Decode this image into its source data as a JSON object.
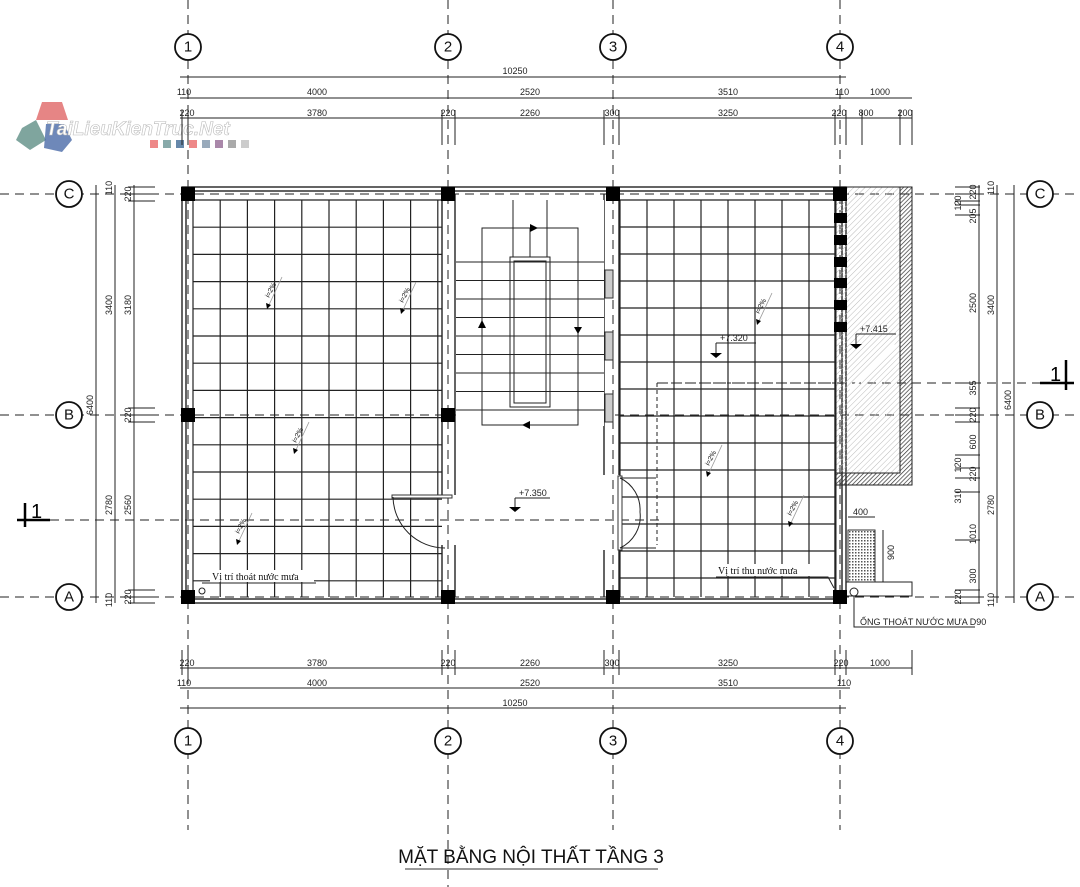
{
  "title": "MẶT BẰNG NỘI THẤT TẦNG 3",
  "watermark": "TaiLieuKienTruc.Net",
  "grid_axes": {
    "columns": [
      "1",
      "2",
      "3",
      "4"
    ],
    "rows": [
      "C",
      "B",
      "A"
    ]
  },
  "section_mark": "1",
  "top_dims": {
    "row1": [
      "10250"
    ],
    "row2": [
      "110",
      "4000",
      "2520",
      "3510",
      "110",
      "1000"
    ],
    "row3": [
      "220",
      "3780",
      "220",
      "2260",
      "300",
      "3250",
      "220",
      "800",
      "200"
    ]
  },
  "bottom_dims": {
    "row1": [
      "220",
      "3780",
      "220",
      "2260",
      "300",
      "3250",
      "220",
      "1000"
    ],
    "row2": [
      "110",
      "4000",
      "2520",
      "3510",
      "110"
    ],
    "row3": [
      "10250"
    ]
  },
  "left_dims": [
    "6400",
    "3400",
    "3180",
    "2780",
    "2560",
    "110",
    "220",
    "220",
    "110",
    "220"
  ],
  "right_dims": {
    "inner": [
      "220",
      "120",
      "205",
      "2500",
      "355",
      "220",
      "600",
      "120",
      "220",
      "310",
      "1010",
      "300",
      "220"
    ],
    "middle": [
      "110",
      "3400",
      "2780",
      "110"
    ],
    "outer": [
      "6400"
    ]
  },
  "slope_label": "i=2%",
  "elevations": {
    "right_room": "+7.320",
    "balcony": "+7.415",
    "hall": "+7.350"
  },
  "notes": {
    "drain_left": "Vị trí thoát nước mưa",
    "drain_right": "Vị trí thu nước mưa",
    "pipe": "ỐNG THOÁT NƯỚC MƯA D90",
    "box_w": "400",
    "box_h": "900"
  },
  "colors": {
    "line": "#222222",
    "hatch": "#bbbbbb",
    "watermark_red": "#e06666",
    "watermark_blue": "#4a6aa8",
    "watermark_teal": "#5f8f86"
  }
}
